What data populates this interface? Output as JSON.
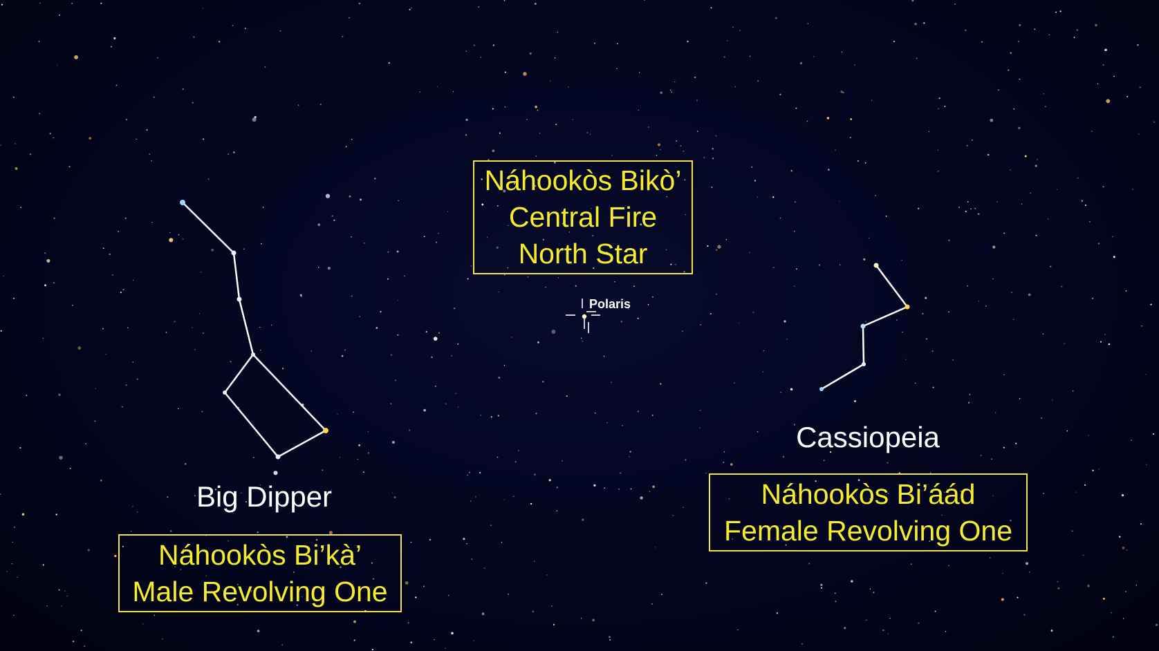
{
  "colors": {
    "sky": "#02041c",
    "line": "#ffffff",
    "box_border": "#f2e640",
    "box_text": "#f5ec2c",
    "label_text": "#ffffff"
  },
  "north_star": {
    "star_label": "Polaris",
    "box_lines": [
      "Náhookòs Bikò’",
      "Central Fire",
      "North Star"
    ]
  },
  "big_dipper": {
    "name": "Big Dipper",
    "box_lines": [
      "Náhookòs Bi’kà’",
      "Male Revolving One"
    ]
  },
  "cassiopeia": {
    "name": "Cassiopeia",
    "box_lines": [
      "Náhookòs Bi’áád",
      "Female Revolving One"
    ]
  }
}
